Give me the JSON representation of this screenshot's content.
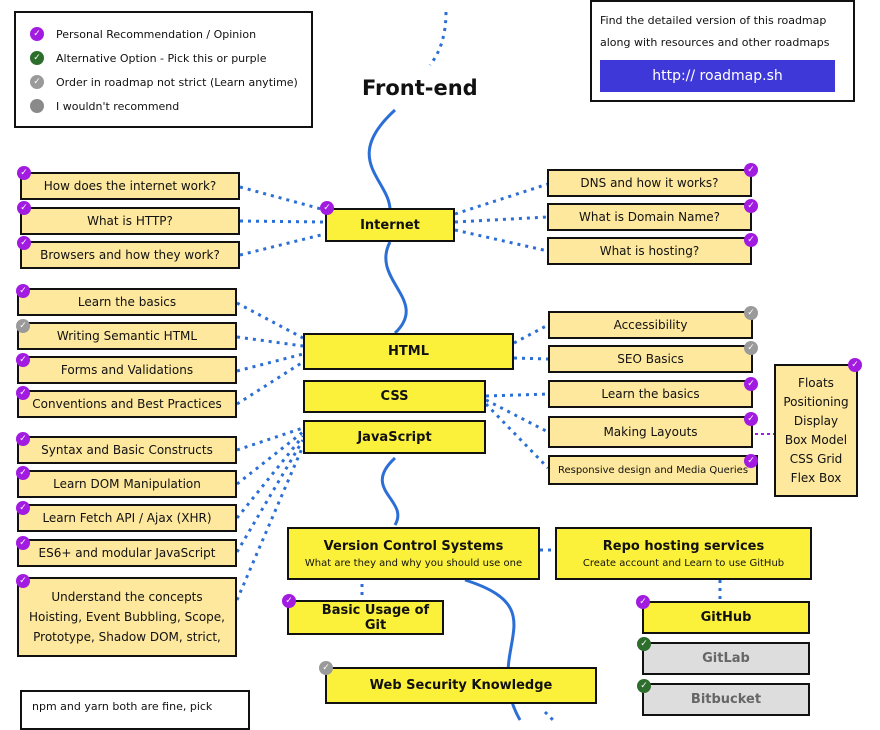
{
  "title": "Front-end",
  "legend": [
    {
      "text": "Personal Recommendation / Opinion",
      "badge": "purple"
    },
    {
      "text": "Alternative Option - Pick this or purple",
      "badge": "green"
    },
    {
      "text": "Order in roadmap not strict (Learn anytime)",
      "badge": "gray"
    },
    {
      "text": "I wouldn't recommend",
      "badge": "darkgray"
    }
  ],
  "promo": {
    "line1": "Find the detailed version of this roadmap",
    "line2": "along with resources and other roadmaps",
    "link": "http:// roadmap.sh"
  },
  "nodes": {
    "internet": "Internet",
    "html": "HTML",
    "css": "CSS",
    "javascript": "JavaScript",
    "vcs_title": "Version Control Systems",
    "vcs_sub": "What are they and why you should use one",
    "repo_title": "Repo hosting services",
    "repo_sub": "Create account and Learn to use GitHub",
    "git_usage": "Basic Usage of Git",
    "github": "GitHub",
    "gitlab": "GitLab",
    "bitbucket": "Bitbucket",
    "websec": "Web Security Knowledge"
  },
  "internet_left": [
    "How does the internet work?",
    "What is HTTP?",
    "Browsers and how they work?"
  ],
  "internet_right": [
    "DNS and how it works?",
    "What is Domain Name?",
    "What is hosting?"
  ],
  "html_left": [
    "Learn the basics",
    "Writing Semantic HTML",
    "Forms and Validations",
    "Conventions and Best Practices"
  ],
  "html_right": [
    "Accessibility",
    "SEO Basics"
  ],
  "css_right": [
    "Learn the basics",
    "Making Layouts",
    "Responsive design and Media Queries"
  ],
  "layout_topics": [
    "Floats",
    "Positioning",
    "Display",
    "Box Model",
    "CSS Grid",
    "Flex Box"
  ],
  "js_left": [
    "Syntax and Basic Constructs",
    "Learn DOM Manipulation",
    "Learn Fetch API / Ajax (XHR)",
    "ES6+ and modular JavaScript"
  ],
  "concepts": [
    "Understand the concepts",
    "Hoisting, Event Bubbling, Scope,",
    "Prototype, Shadow DOM, strict,"
  ],
  "note": "npm and yarn both are fine, pick",
  "colors": {
    "main": "#fcf13a",
    "sub": "#fde89d",
    "line": "#2b6fd6",
    "badge_purple": "#a21be0",
    "badge_green": "#2d6e2d",
    "badge_gray": "#9a9a9a",
    "link_button": "#3f38d8"
  },
  "icons": {
    "badge": "check-circle-icon"
  }
}
